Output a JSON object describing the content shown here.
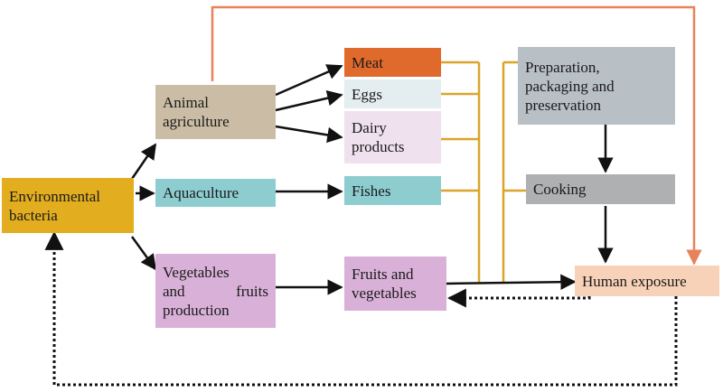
{
  "colors": {
    "env": "#E2AE1F",
    "animal": "#CBBDA5",
    "aquaculture": "#8DCDD0",
    "veg": "#D9B1D8",
    "meat": "#E0692C",
    "eggs": "#E4EDEF",
    "dairy": "#F0E1EF",
    "fishes": "#8DCDD0",
    "fruits": "#D9B1D8",
    "prep": "#B8BFC5",
    "cooking": "#AEB0B1",
    "human": "#F8D2B8",
    "orange_line": "#E8825A",
    "gold_line": "#DAA52B",
    "black_line": "#111111"
  },
  "nodes": {
    "env": [
      "Environmental",
      "bacteria"
    ],
    "animal": [
      "Animal",
      "agriculture"
    ],
    "aquaculture": [
      "Aquaculture"
    ],
    "veg": [
      "Vegetables",
      "and fruits",
      "production"
    ],
    "meat": [
      "Meat"
    ],
    "eggs": [
      "Eggs"
    ],
    "dairy": [
      "Dairy",
      "products"
    ],
    "fishes": [
      "Fishes"
    ],
    "fruits": [
      "Fruits and",
      "vegetables"
    ],
    "prep": [
      "Preparation,",
      "packaging and",
      "preservation"
    ],
    "cooking": [
      "Cooking"
    ],
    "human": [
      "Human exposure"
    ]
  }
}
